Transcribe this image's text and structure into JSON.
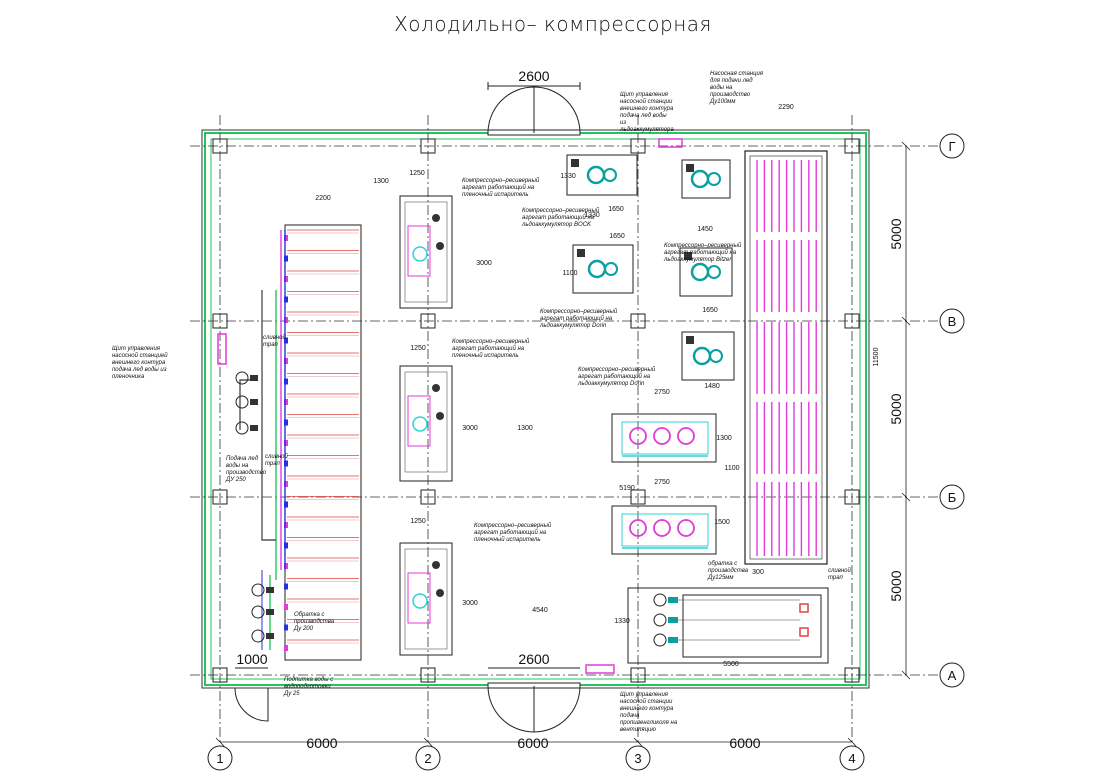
{
  "title": "Холодильно– компрессорная",
  "colors": {
    "wall": "#22c55e",
    "line": "#111111",
    "magenta": "#e33ad8",
    "cyan": "#2fd3d6",
    "blue": "#2233dd",
    "red": "#e04040",
    "teal": "#0aa0a0"
  },
  "axes": {
    "columns": [
      "1",
      "2",
      "3",
      "4"
    ],
    "rows": [
      "Г",
      "В",
      "Б",
      "А"
    ]
  },
  "dimensions": {
    "col_spans": [
      "6000",
      "6000",
      "6000"
    ],
    "row_spans": [
      "5000",
      "5000",
      "5000"
    ],
    "door_top": "2600",
    "door_bottom": "2600",
    "door_left": "1000",
    "cooler_width": "2200",
    "tank_width": "2290",
    "tank_height": "11500",
    "small": [
      "1250",
      "1300",
      "3000",
      "1250",
      "3000",
      "1250",
      "3000",
      "1650",
      "1450",
      "1650",
      "1100",
      "1650",
      "1480",
      "2750",
      "1300",
      "2750",
      "1500",
      "5500",
      "1300",
      "4540",
      "5190",
      "1330",
      "1330",
      "1330",
      "300",
      "1100"
    ]
  },
  "notes": {
    "panel_top": "Щит управления насосной станции внешнего контура подача лед воды из льдоаккумулятора",
    "pump_station": "Насосная станция для подачи лед воды на производство Ду100мм",
    "panel_left": "Щит управления насосной станцией внешнего контура подача лед воды из пленочника",
    "comp1": "Компрессорно–ресиверный агрегат работающий на пленочный испаритель",
    "comp2": "Компрессорно–ресиверный агрегат работающий на пленочный испаритель",
    "comp3": "Компрессорно–ресиверный агрегат работающий на пленочный испаритель",
    "comp_bock": "Компрессорно–ресиверный агрегат работающий на льдоаккумулятор BOCK",
    "comp_bitzer": "Компрессорно–ресиверный агрегат работающий на льдоаккумулятор Bitzer",
    "comp_dorin1": "Компрессорно–ресиверный агрегат работающий на льдоаккумулятор Dorin",
    "comp_dorin2": "Компрессорно–ресиверный агрегат работающий на льдоаккумулятор Dorin",
    "supply_250": "Подача лед воды на производство ДУ 250",
    "drain_trap1": "сливной трап",
    "drain_trap2": "сливной трап",
    "drain_trap3": "сливной трап",
    "return_200": "Обратка с производства Ду 200",
    "return_125": "обратка с производства Ду125мм",
    "water_feed": "Подпитка воды с водоподготовки Ду 25",
    "panel_bottom": "Щит управления насосной станции внешнего контура подача пропиленгликоля на вентиляцию"
  }
}
